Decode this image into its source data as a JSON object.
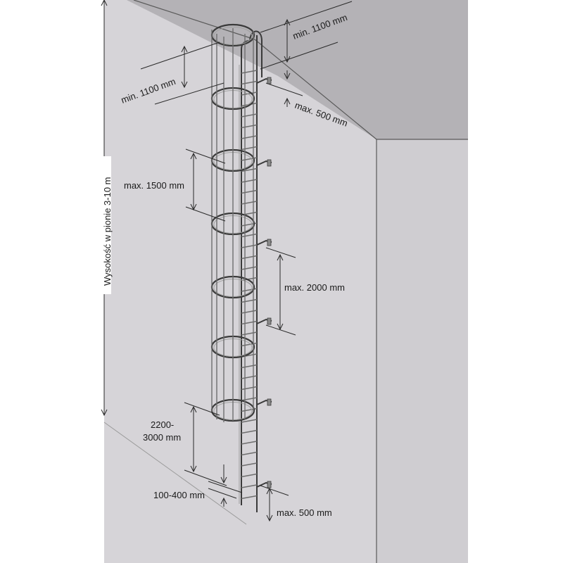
{
  "labels": {
    "height_range": "Wysokość w pionie 3-10 m",
    "top_extension": "min. 1100 mm",
    "cage_top_extension": "min. 1100 mm",
    "top_bracket_offset": "max. 500 mm",
    "hoop_spacing": "max. 1500 mm",
    "bracket_spacing": "max. 2000 mm",
    "cage_start_line1": "2200-",
    "cage_start_line2": "3000 mm",
    "ground_gap": "100-400 mm",
    "bottom_bracket_offset": "max. 500 mm"
  },
  "colors": {
    "wall_side": "#d4d2d6",
    "wall_front": "#cfcdd1",
    "wall_top": "#b3b1b5",
    "edge": "#5a5a5a",
    "steel": "#8a8a8a",
    "steel_dark": "#4a4a4a",
    "dimension_line": "#2a2a2a"
  }
}
